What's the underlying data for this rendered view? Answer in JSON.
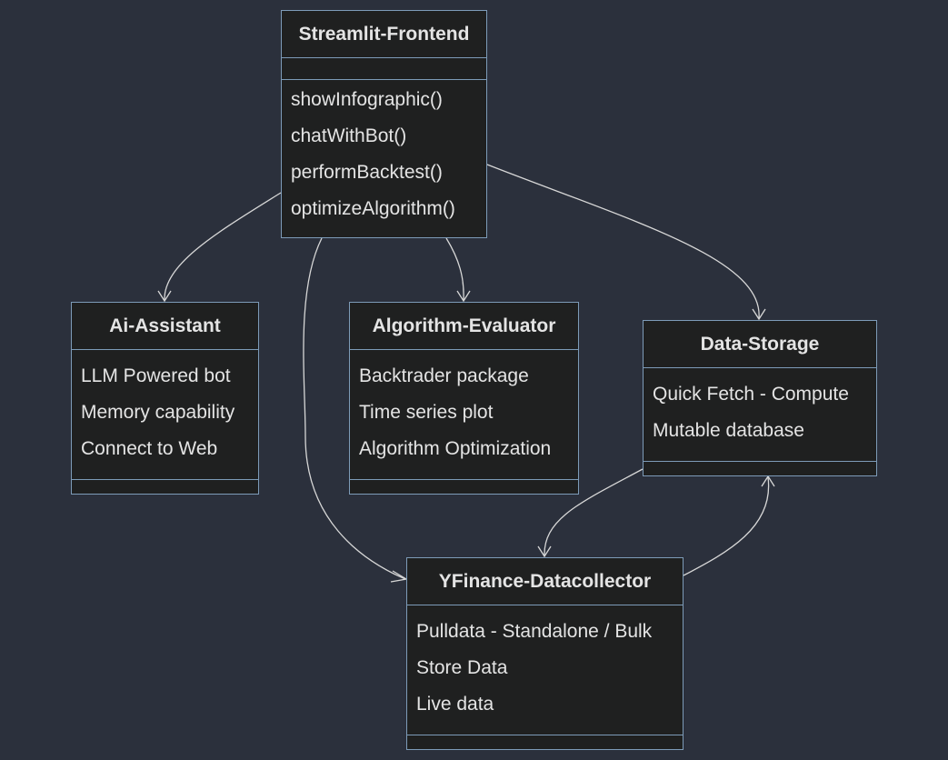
{
  "classes": {
    "frontend": {
      "name": "Streamlit-Frontend",
      "attributes": [],
      "methods": [
        "showInfographic()",
        "chatWithBot()",
        "performBacktest()",
        "optimizeAlgorithm()"
      ]
    },
    "assistant": {
      "name": "Ai-Assistant",
      "attributes": [
        "LLM Powered bot",
        "Memory capability",
        "Connect to Web"
      ],
      "methods": []
    },
    "evaluator": {
      "name": "Algorithm-Evaluator",
      "attributes": [
        "Backtrader package",
        "Time series plot",
        "Algorithm Optimization"
      ],
      "methods": []
    },
    "storage": {
      "name": "Data-Storage",
      "attributes": [
        "Quick Fetch - Compute",
        "Mutable database"
      ],
      "methods": []
    },
    "collector": {
      "name": "YFinance-Datacollector",
      "attributes": [
        "Pulldata - Standalone / Bulk",
        "Store Data",
        "Live data"
      ],
      "methods": []
    }
  },
  "relations": [
    {
      "from": "Streamlit-Frontend",
      "to": "Ai-Assistant"
    },
    {
      "from": "Streamlit-Frontend",
      "to": "Algorithm-Evaluator"
    },
    {
      "from": "Streamlit-Frontend",
      "to": "Data-Storage"
    },
    {
      "from": "Streamlit-Frontend",
      "to": "YFinance-Datacollector"
    },
    {
      "from": "Data-Storage",
      "to": "YFinance-Datacollector"
    },
    {
      "from": "YFinance-Datacollector",
      "to": "Data-Storage"
    }
  ],
  "colors": {
    "background": "#2b303c",
    "node_fill": "#1f2020",
    "node_border": "#7d9bb8",
    "text": "#e4e4e4",
    "edge": "#d7d7d7"
  }
}
